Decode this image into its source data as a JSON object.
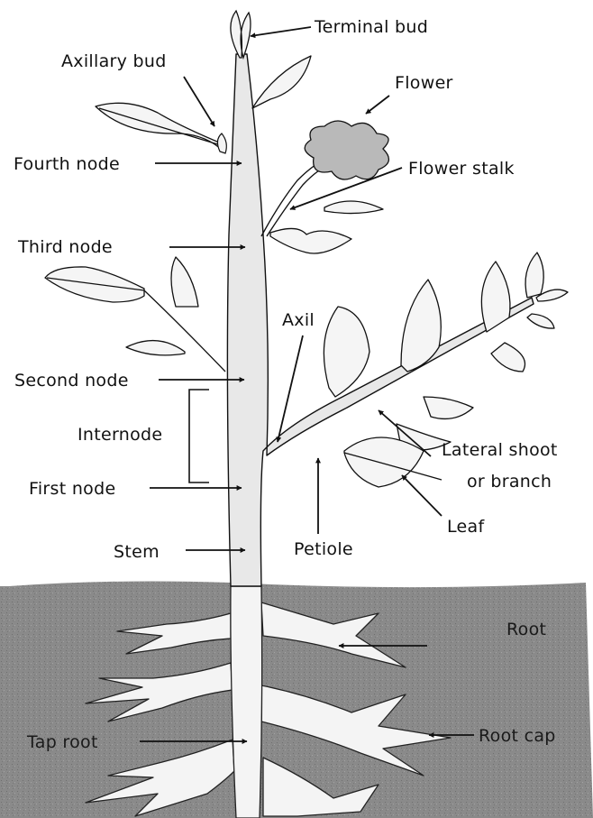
{
  "labels": {
    "terminal_bud": "Terminal bud",
    "axillary_bud": "Axillary bud",
    "flower": "Flower",
    "fourth_node": "Fourth node",
    "flower_stalk": "Flower stalk",
    "third_node": "Third node",
    "axil": "Axil",
    "second_node": "Second node",
    "internode": "Internode",
    "lateral_shoot_line1": "Lateral shoot",
    "lateral_shoot_line2": "or branch",
    "first_node": "First node",
    "leaf": "Leaf",
    "stem": "Stem",
    "petiole": "Petiole",
    "root": "Root",
    "tap_root": "Tap root",
    "root_cap": "Root cap"
  },
  "colors": {
    "soil": "#8a8a8a",
    "plant_fill": "#f0f0f0",
    "stem_fill": "#e6e6e6",
    "flower_fill": "#b9b9b9",
    "outline": "#111111"
  }
}
